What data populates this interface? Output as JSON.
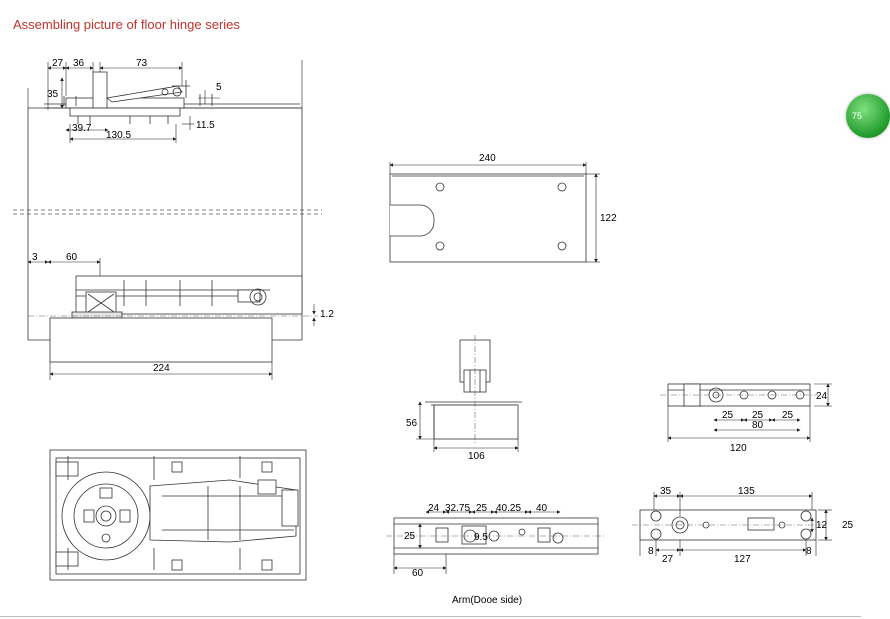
{
  "title": "Assembling picture of floor hinge series",
  "badge": "75",
  "caption": "Arm(Dooe side)",
  "dimensions": {
    "top_view": [
      "27",
      "36",
      "73",
      "35",
      "5",
      "39.7",
      "11.5",
      "130.5"
    ],
    "side_view": [
      "3",
      "60",
      "1.2",
      "224"
    ],
    "cover_plate": [
      "240",
      "122"
    ],
    "spindle": [
      "56",
      "106"
    ],
    "top_arm": [
      "24",
      "25",
      "25",
      "25",
      "80",
      "120"
    ],
    "arm_door_side": [
      "24",
      "32.75",
      "25",
      "40.25",
      "40",
      "25",
      "9.5",
      "60"
    ],
    "bottom_arm": [
      "35",
      "135",
      "12",
      "25",
      "8",
      "27",
      "127",
      "8"
    ]
  }
}
